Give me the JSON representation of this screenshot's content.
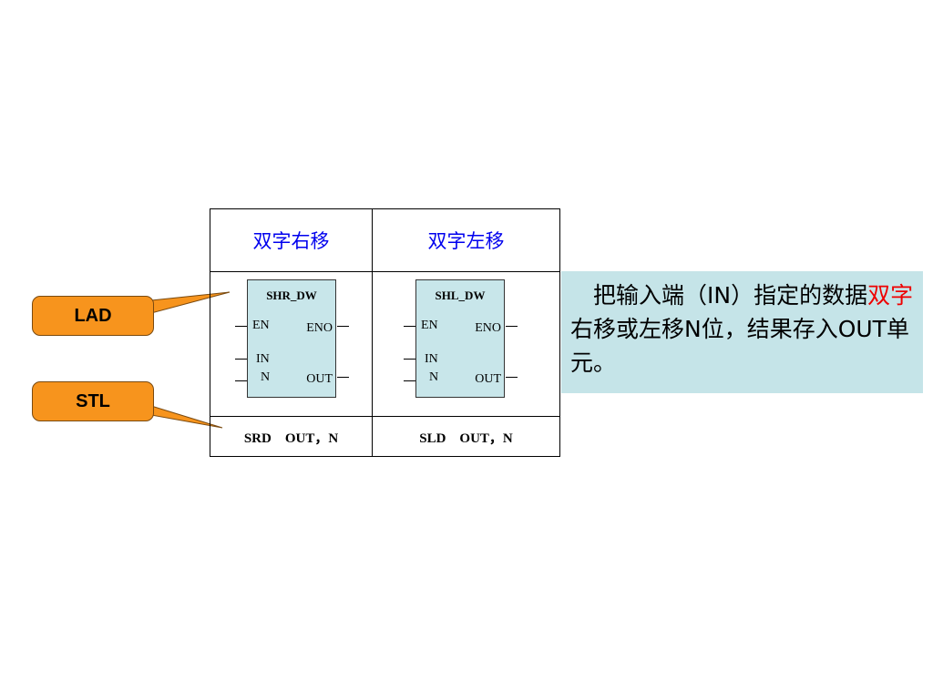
{
  "table": {
    "shr": {
      "header": "双字右移",
      "block_title": "SHR_DW",
      "pin_en": "EN",
      "pin_eno": "ENO",
      "pin_in": "IN",
      "pin_n": "N",
      "pin_out": "OUT",
      "stl": "SRD    OUT，N"
    },
    "shl": {
      "header": "双字左移",
      "block_title": "SHL_DW",
      "pin_en": "EN",
      "pin_eno": "ENO",
      "pin_in": "IN",
      "pin_n": "N",
      "pin_out": "OUT",
      "stl": "SLD    OUT，N"
    }
  },
  "callouts": {
    "lad": "LAD",
    "stl": "STL",
    "fill_color": "#f7941d"
  },
  "note": {
    "indent": "　",
    "part1": "把输入端（IN）指定的数据",
    "highlight": "双字",
    "part2": "右移或左移N位，结果存入OUT单元。",
    "highlight_color": "#ee0000",
    "background": "#c5e4e8"
  }
}
